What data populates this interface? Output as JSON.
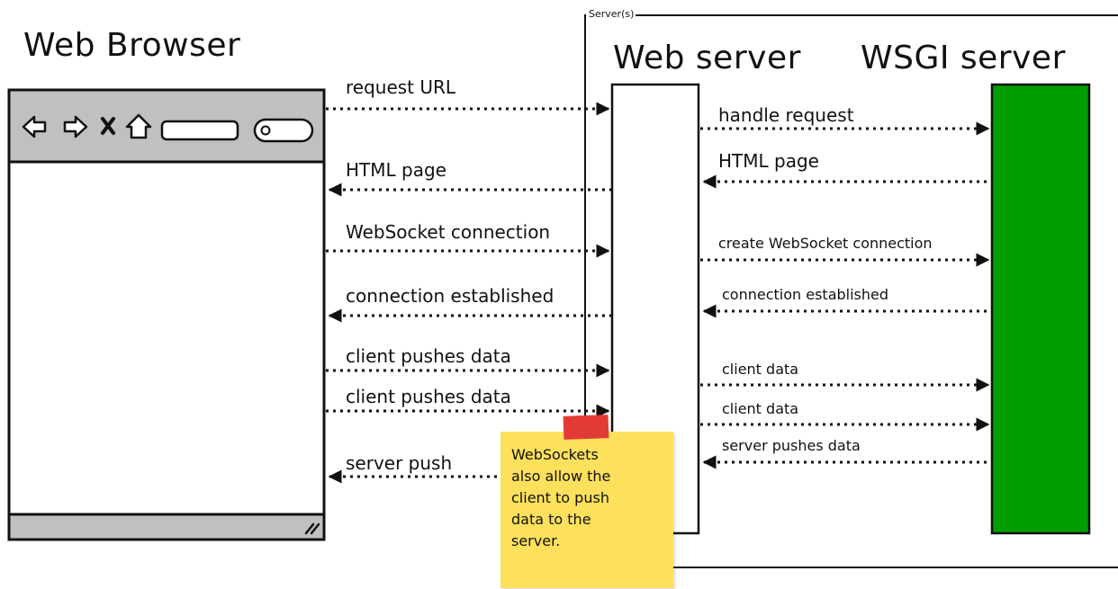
{
  "titles": {
    "browser": "Web Browser",
    "web_server": "Web server",
    "wsgi_server": "WSGI server",
    "server_group": "Server(s)"
  },
  "colors": {
    "wsgi_fill": "#009e00",
    "browser_bar": "#c0c0c0",
    "note_fill": "#fde05b",
    "note_tape": "#e23b36"
  },
  "browser": {
    "icons": [
      "back-arrow-icon",
      "forward-arrow-icon",
      "stop-icon",
      "home-icon",
      "address-bar",
      "search-field"
    ]
  },
  "browser_to_web": [
    {
      "label": "request URL",
      "direction": "right"
    },
    {
      "label": "HTML page",
      "direction": "left"
    },
    {
      "label": "WebSocket connection",
      "direction": "right"
    },
    {
      "label": "connection established",
      "direction": "left"
    },
    {
      "label": "client pushes data",
      "direction": "right"
    },
    {
      "label": "client pushes data",
      "direction": "right"
    },
    {
      "label": "server push",
      "direction": "left"
    }
  ],
  "web_to_wsgi": [
    {
      "label": "handle request",
      "direction": "right"
    },
    {
      "label": "HTML page",
      "direction": "left"
    },
    {
      "label": "create WebSocket connection",
      "direction": "right"
    },
    {
      "label": "connection established",
      "direction": "left"
    },
    {
      "label": "client data",
      "direction": "right"
    },
    {
      "label": "client data",
      "direction": "right"
    },
    {
      "label": "server pushes data",
      "direction": "left"
    }
  ],
  "note": {
    "text": "WebSockets\nalso allow the\nclient to push\ndata to the\nserver."
  }
}
